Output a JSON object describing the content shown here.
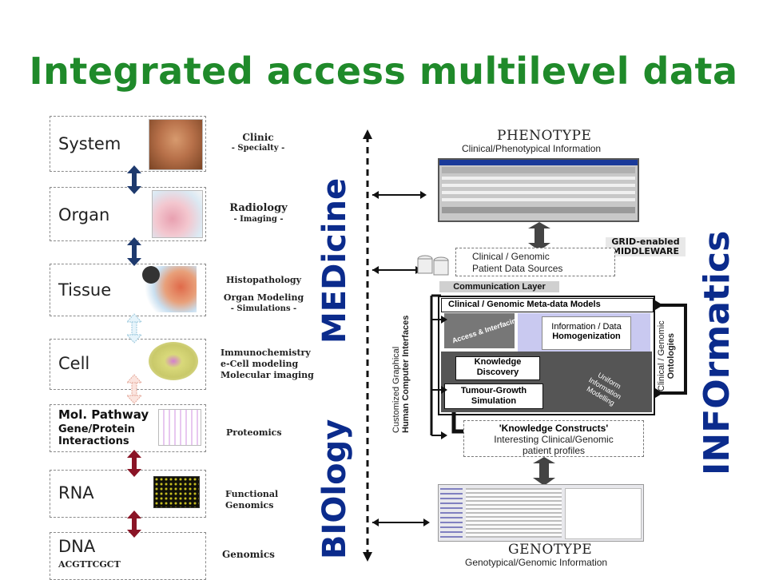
{
  "title": "Integrated access multilevel data",
  "levels": [
    {
      "label": "System"
    },
    {
      "label": "Organ"
    },
    {
      "label": "Tissue"
    },
    {
      "label": "Cell"
    },
    {
      "label": "Mol. Pathway",
      "sub1": "Gene/Protein",
      "sub2": "Interactions"
    },
    {
      "label": "RNA"
    },
    {
      "label": "DNA",
      "sub1": "ACGTTCGCT"
    }
  ],
  "annotations": {
    "clinic": "Clinic",
    "clinic_sub": "- Specialty -",
    "radiology": "Radiology",
    "radiology_sub": "- Imaging -",
    "histo": "Histopathology",
    "organ_modeling": "Organ Modeling",
    "simulations": "- Simulations -",
    "immuno": "Immunochemistry",
    "ecell": "e-Cell modeling",
    "molimg": "Molecular imaging",
    "proteomics": "Proteomics",
    "functional": "Functional",
    "genomics_f": "Genomics",
    "genomics": "Genomics"
  },
  "axis": {
    "biology": "BIOlogy",
    "medicine": "MEDicine",
    "informatics": "INFOrmatics"
  },
  "right": {
    "phenotype": "PHENOTYPE",
    "phenotype_sub": "Clinical/Phenotypical Information",
    "grid1": "GRID-enabled",
    "grid2": "MIDDLEWARE",
    "sources1": "Clinical / Genomic",
    "sources2": "Patient Data Sources",
    "comm": "Communication Layer",
    "meta_models": "Clinical / Genomic Meta-data Models",
    "access": "Access & Interfacing",
    "info_homog1": "Information / Data",
    "info_homog2": "Homogenization",
    "ontologies1": "Clinical / Genomic",
    "ontologies2": "Ontologies",
    "hci1": "Customized Graphical",
    "hci2": "Human Computer Interfaces",
    "kd1": "Knowledge",
    "kd2": "Discovery",
    "tgs1": "Tumour-Growth",
    "tgs2": "Simulation",
    "uniform1": "Uniform",
    "uniform2": "Information",
    "uniform3": "Modelling",
    "kc1": "'Knowledge Constructs'",
    "kc2": "Interesting Clinical/Genomic",
    "kc3": "patient profiles",
    "genotype": "GENOTYPE",
    "genotype_sub": "Genotypical/Genomic Information"
  }
}
